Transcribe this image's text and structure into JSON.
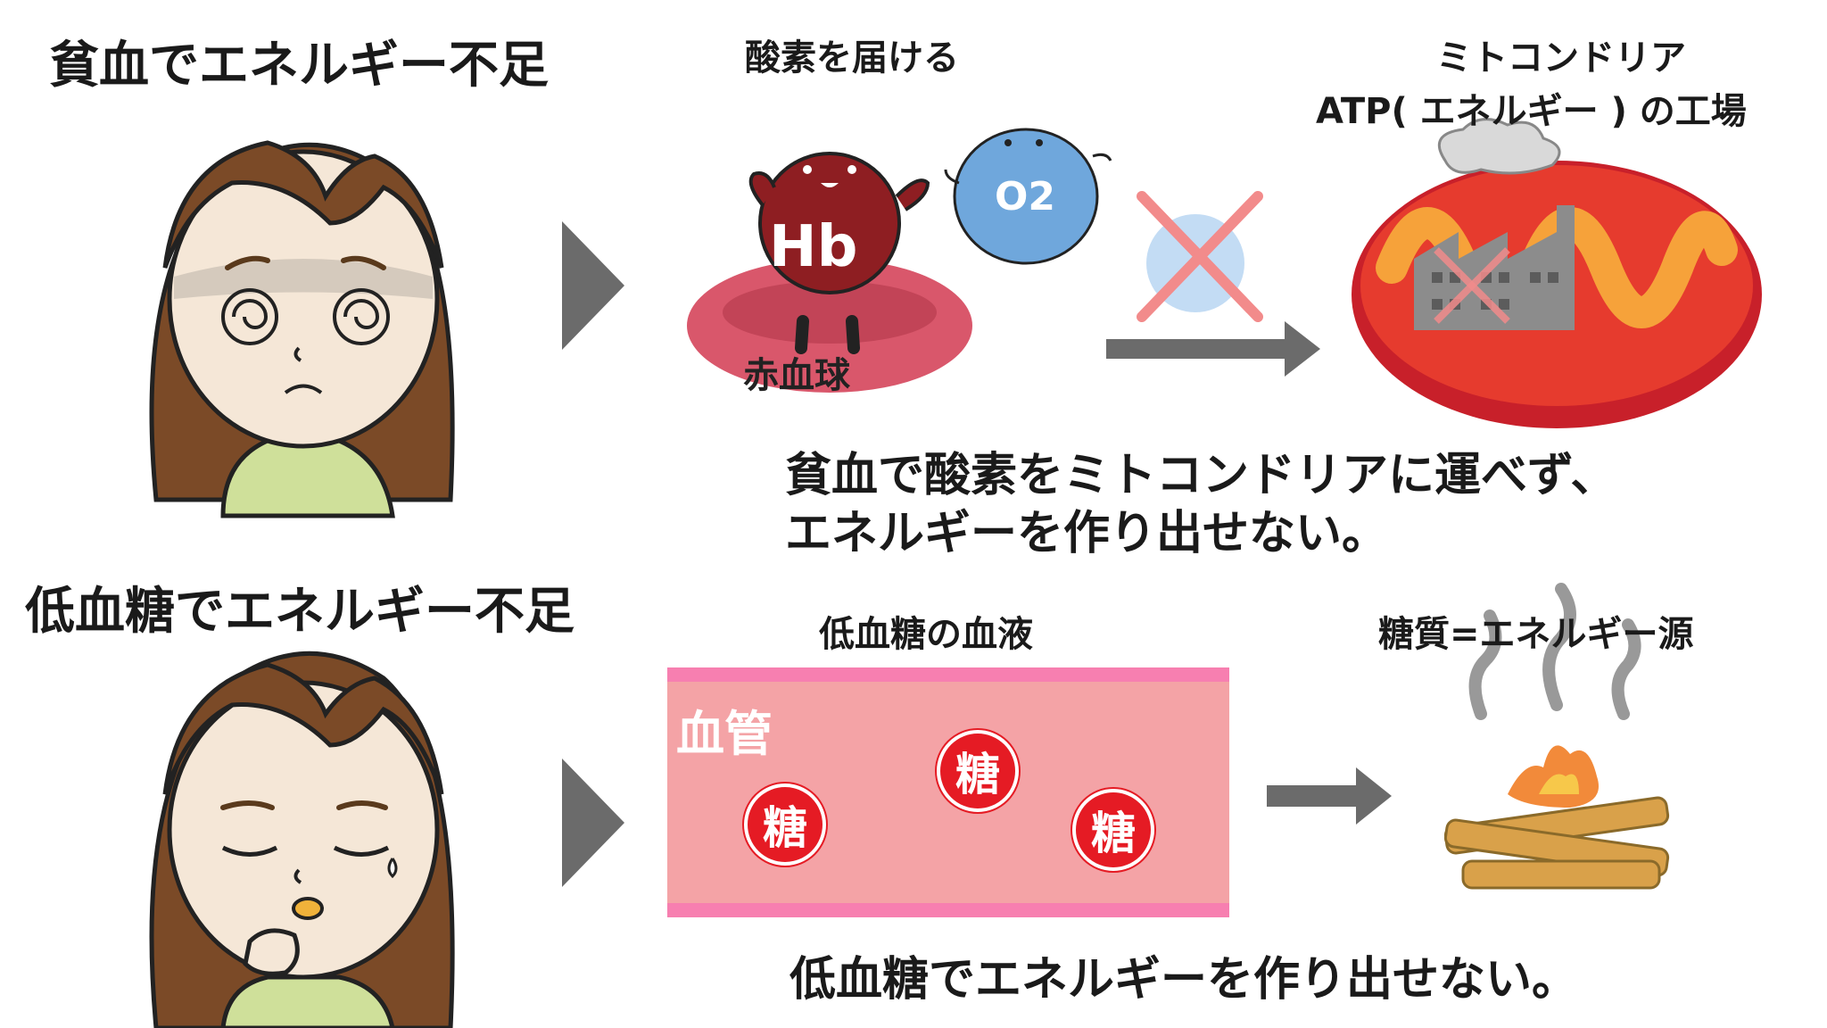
{
  "anemia": {
    "title": "貧血でエネルギー不足",
    "deliver_label": "酸素を届ける",
    "rbc_label": "赤血球",
    "hb_label": "Hb",
    "o2_label": "O2",
    "mito_label_1": "ミトコンドリア",
    "mito_label_2": "ATP( エネルギー ) の工場",
    "caption_1": "貧血で酸素をミトコンドリアに運べず、",
    "caption_2": "エネルギーを作り出せない。"
  },
  "hypoglycemia": {
    "title": "低血糖でエネルギー不足",
    "blood_label": "低血糖の血液",
    "vessel_label": "血管",
    "sugar_labels": [
      "糖",
      "糖",
      "糖"
    ],
    "energy_label": "糖質=エネルギー源",
    "caption": "低血糖でエネルギーを作り出せない。"
  },
  "colors": {
    "hair": "#7b4a27",
    "skin": "#f5e7d7",
    "shirt": "#cfe09a",
    "arrow": "#6b6b6b",
    "rbc": "#d9576b",
    "hb": "#8e1e22",
    "o2": "#6fa7dc",
    "mito_outer": "#e63b2e",
    "mito_inner": "#f6a23a",
    "vessel": "#f4a3a6",
    "vessel_wall": "#f77fb0",
    "sugar": "#e51b24"
  }
}
